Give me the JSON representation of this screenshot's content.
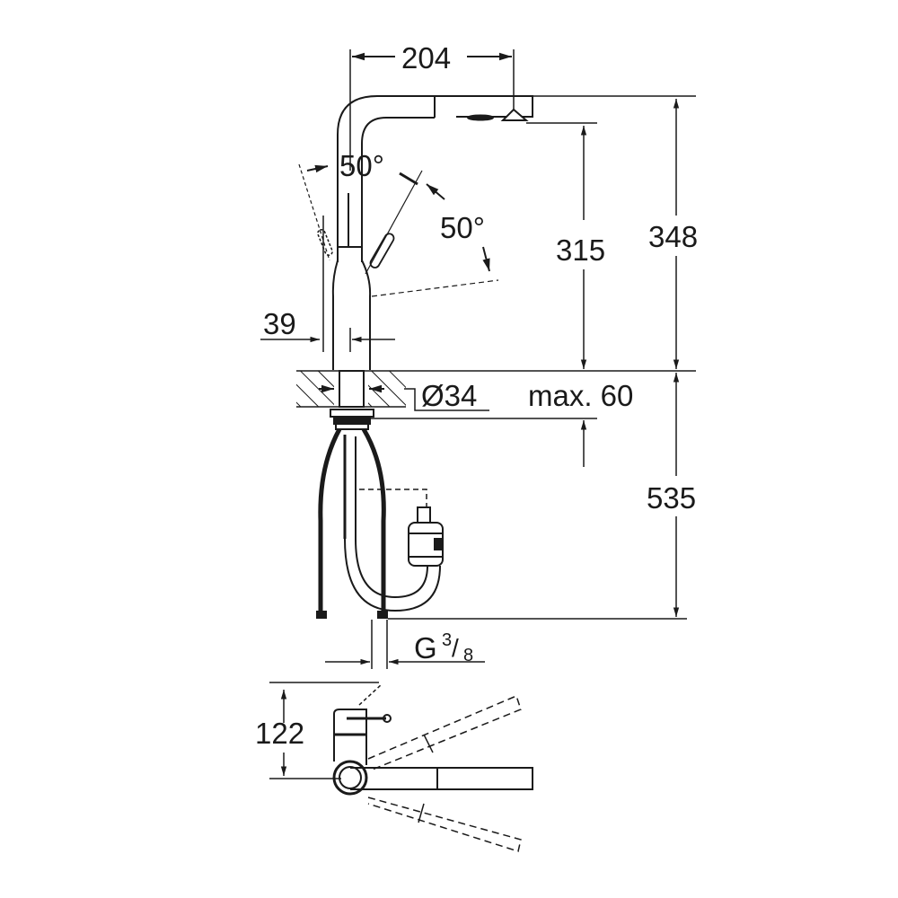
{
  "diagram": {
    "type": "technical-dimension-drawing",
    "subject": "kitchen faucet with pull-out spout",
    "colors": {
      "line": "#1a1a1a",
      "background": "#ffffff"
    },
    "dimensions": {
      "spout_reach": "204",
      "lever_angle_left": "50°",
      "lever_angle_right": "50°",
      "body_offset": "39",
      "spout_outlet_height": "315",
      "total_height": "348",
      "hole_diameter": "Ø34",
      "max_deck_thickness": "max. 60",
      "hose_length": "535",
      "connection_thread_main": "G",
      "connection_thread_num": "3",
      "connection_thread_den": "8",
      "swivel_height": "122"
    }
  }
}
